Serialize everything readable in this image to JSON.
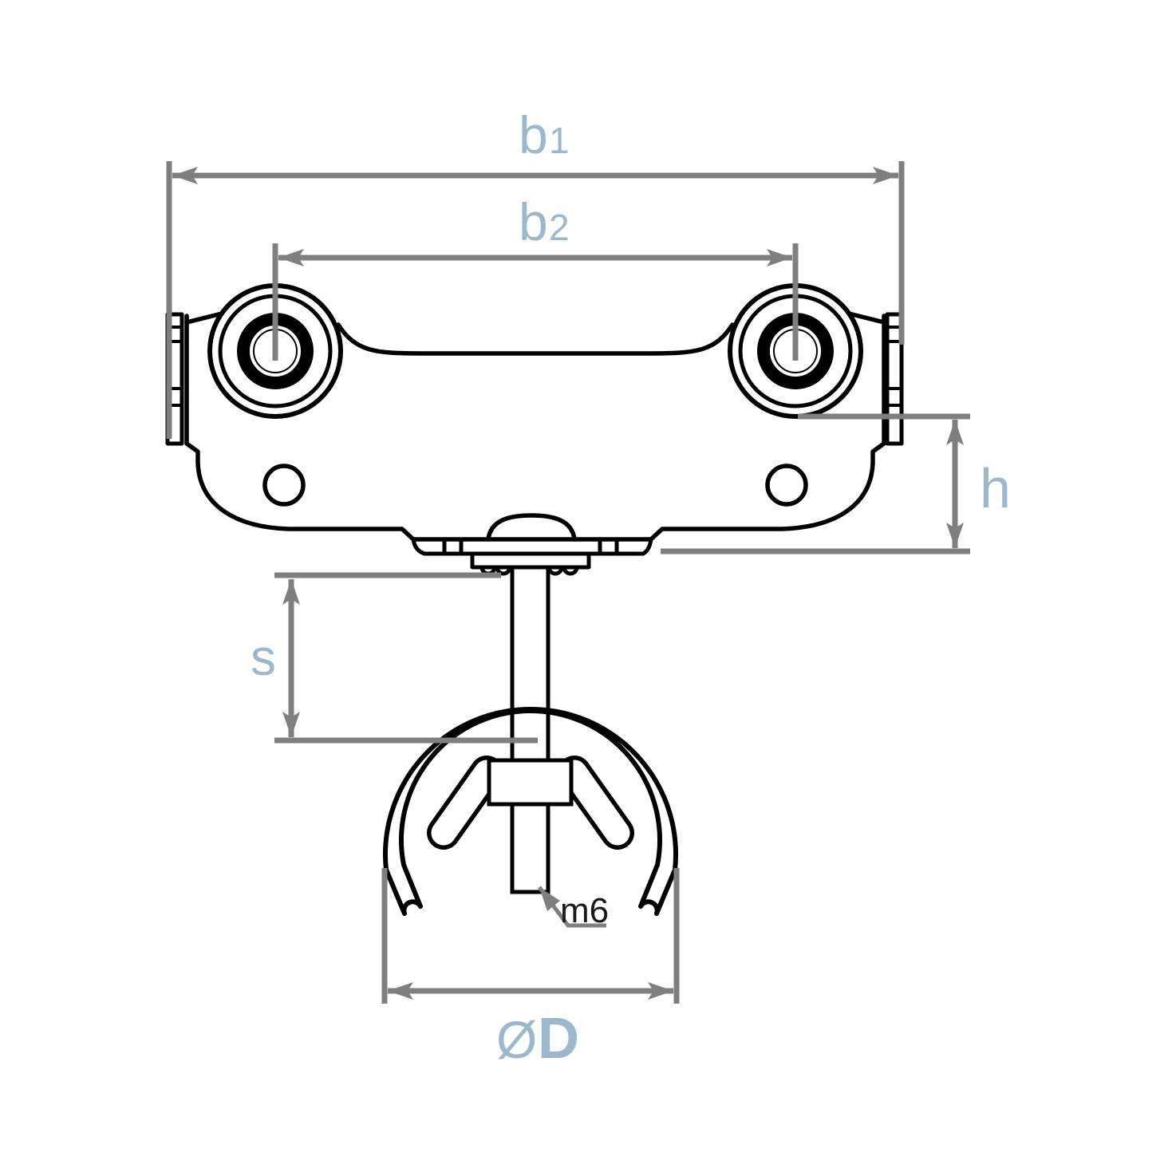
{
  "drawing": {
    "type": "technical-dimension-drawing",
    "background": "#ffffff",
    "outline_color": "#000000",
    "dimension_color": "#7f7f7f",
    "label_color": "#9bb8cd",
    "leader_label_color": "#1a1a1a",
    "labels": {
      "b1": {
        "base": "b",
        "sub": "1"
      },
      "b2": {
        "base": "b",
        "sub": "2"
      },
      "h": {
        "text": "h"
      },
      "s": {
        "text": "s"
      },
      "diameter": {
        "prefix": "Ø",
        "main": "D"
      },
      "thread": {
        "text": "m6"
      }
    }
  }
}
